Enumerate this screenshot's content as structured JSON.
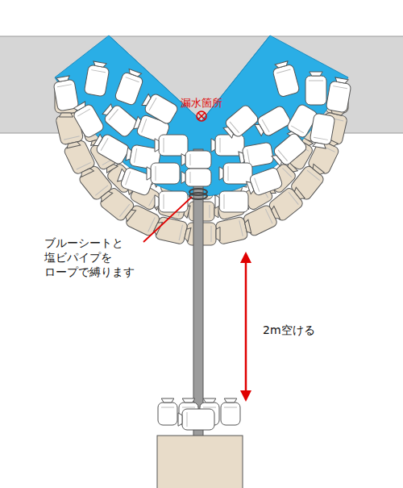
{
  "diagram": {
    "labels": [
      "漏水箇所",
      "ブルーシートと 塩ビパイプを ロープで縛ります",
      "2m空ける"
    ]
  }
}
